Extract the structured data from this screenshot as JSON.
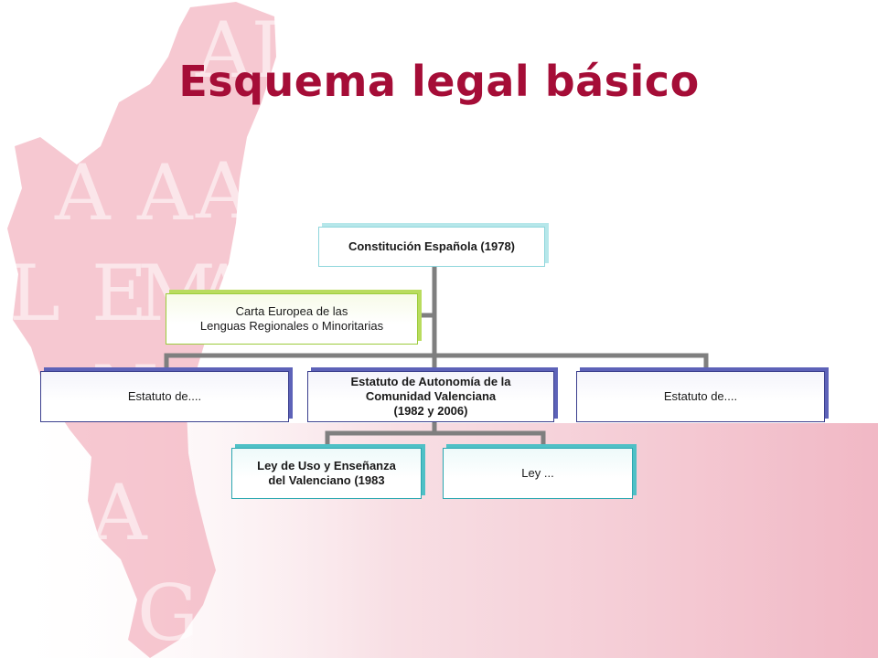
{
  "title": "Esquema legal básico",
  "background_letters": [
    "AL",
    "A",
    "A",
    "E",
    "N",
    "L",
    "M",
    "N",
    "A",
    "A",
    "A",
    "G"
  ],
  "nodes": {
    "constitucion": "Constitución Española (1978)",
    "carta_line1": "Carta Europea de las",
    "carta_line2": "Lenguas Regionales o Minoritarias",
    "estatuto_left": "Estatuto de....",
    "estatuto_val_line1": "Estatuto de Autonomía de la",
    "estatuto_val_line2": "Comunidad Valenciana",
    "estatuto_val_line3": "(1982 y 2006)",
    "estatuto_right": "Estatuto de....",
    "ley_uso_line1": "Ley de Uso y Enseñanza",
    "ley_uso_line2": "del Valenciano (1983",
    "ley_other": "Ley ..."
  },
  "colors": {
    "title": "#a50d37",
    "map_pink": "#ee9aab",
    "connector": "#7f7f7f",
    "navy_border": "#3b3f8e",
    "teal_border": "#2aa7b0",
    "green_border": "#9ccc3c"
  }
}
